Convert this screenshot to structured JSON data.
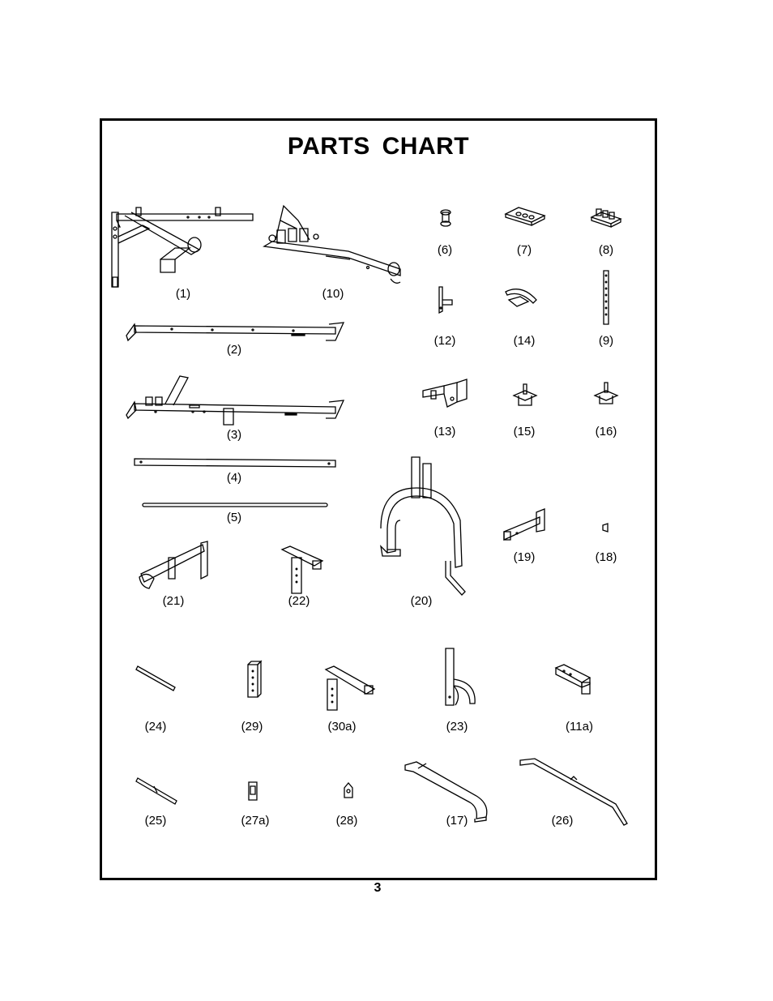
{
  "title": "PARTS  CHART",
  "page_number": "3",
  "parts": {
    "p1": "(1)",
    "p10": "(10)",
    "p6": "(6)",
    "p7": "(7)",
    "p8": "(8)",
    "p2": "(2)",
    "p12": "(12)",
    "p14": "(14)",
    "p9": "(9)",
    "p3": "(3)",
    "p13": "(13)",
    "p15": "(15)",
    "p16": "(16)",
    "p4": "(4)",
    "p5": "(5)",
    "p19": "(19)",
    "p18": "(18)",
    "p21": "(21)",
    "p22": "(22)",
    "p20": "(20)",
    "p24": "(24)",
    "p29": "(29)",
    "p30a": "(30a)",
    "p23": "(23)",
    "p11a": "(11a)",
    "p25": "(25)",
    "p27a": "(27a)",
    "p28": "(28)",
    "p17": "(17)",
    "p26": "(26)"
  }
}
